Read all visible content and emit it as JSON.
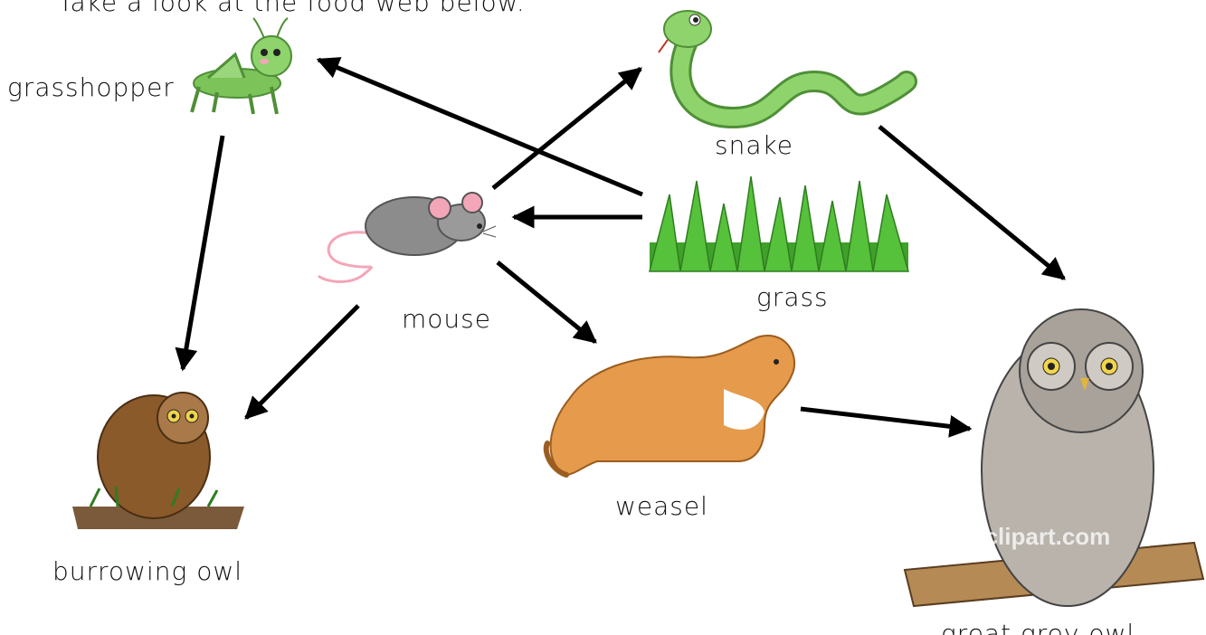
{
  "header": {
    "text": "Take a look at the food web below."
  },
  "organisms": {
    "grasshopper": "grasshopper",
    "snake": "snake",
    "mouse": "mouse",
    "grass": "grass",
    "weasel": "weasel",
    "burrowing_owl": "burrowing owl",
    "great_grey_owl": "great grey owl"
  },
  "watermark": "gclipart.com",
  "colors": {
    "grasshopper": "#7cc35a",
    "snake": "#7fc36b",
    "mouse": "#8c8c8c",
    "mouse_ear": "#f3a6b8",
    "grass": "#3fa12a",
    "weasel": "#e59a4c",
    "burrowing_owl": "#8a5a2b",
    "great_grey_owl": "#b9b3ab",
    "arrow": "#000000"
  },
  "energy_flow": [
    {
      "from": "grass",
      "to": "grasshopper"
    },
    {
      "from": "grass",
      "to": "mouse"
    },
    {
      "from": "grasshopper",
      "to": "burrowing owl"
    },
    {
      "from": "mouse",
      "to": "snake"
    },
    {
      "from": "mouse",
      "to": "burrowing owl"
    },
    {
      "from": "mouse",
      "to": "weasel"
    },
    {
      "from": "snake",
      "to": "great grey owl"
    },
    {
      "from": "weasel",
      "to": "great grey owl"
    }
  ]
}
